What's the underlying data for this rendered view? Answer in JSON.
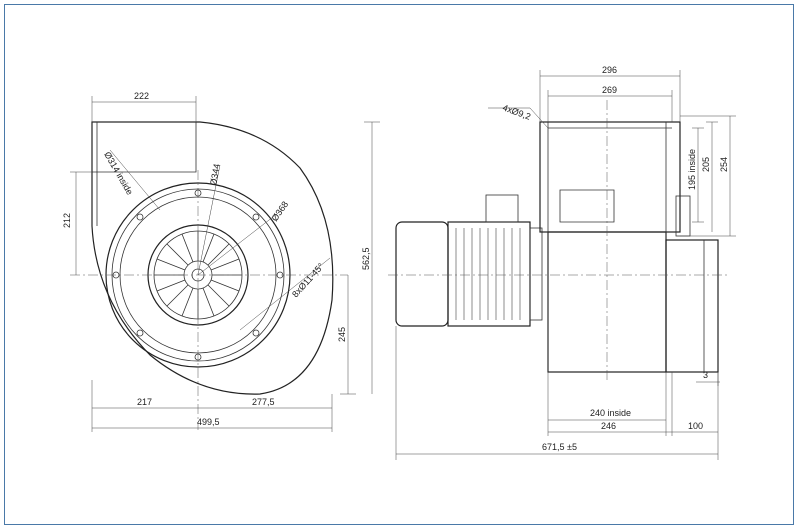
{
  "dimensions": {
    "front": {
      "w222": "222",
      "h212": "212",
      "d314": "Ø314 inside",
      "d344": "Ø344",
      "d368": "Ø368",
      "holes": "8xØ11-45°",
      "h245": "245",
      "h562": "562,5",
      "w217": "217",
      "w277": "277,5",
      "w499": "499,5"
    },
    "side": {
      "w296": "296",
      "w269": "269",
      "holes4": "4xØ9,2",
      "h195": "195 inside",
      "h205": "205",
      "h254": "254",
      "t3": "3",
      "w240": "240 inside",
      "w246": "246",
      "w100": "100",
      "w671": "671,5 ±5"
    }
  }
}
